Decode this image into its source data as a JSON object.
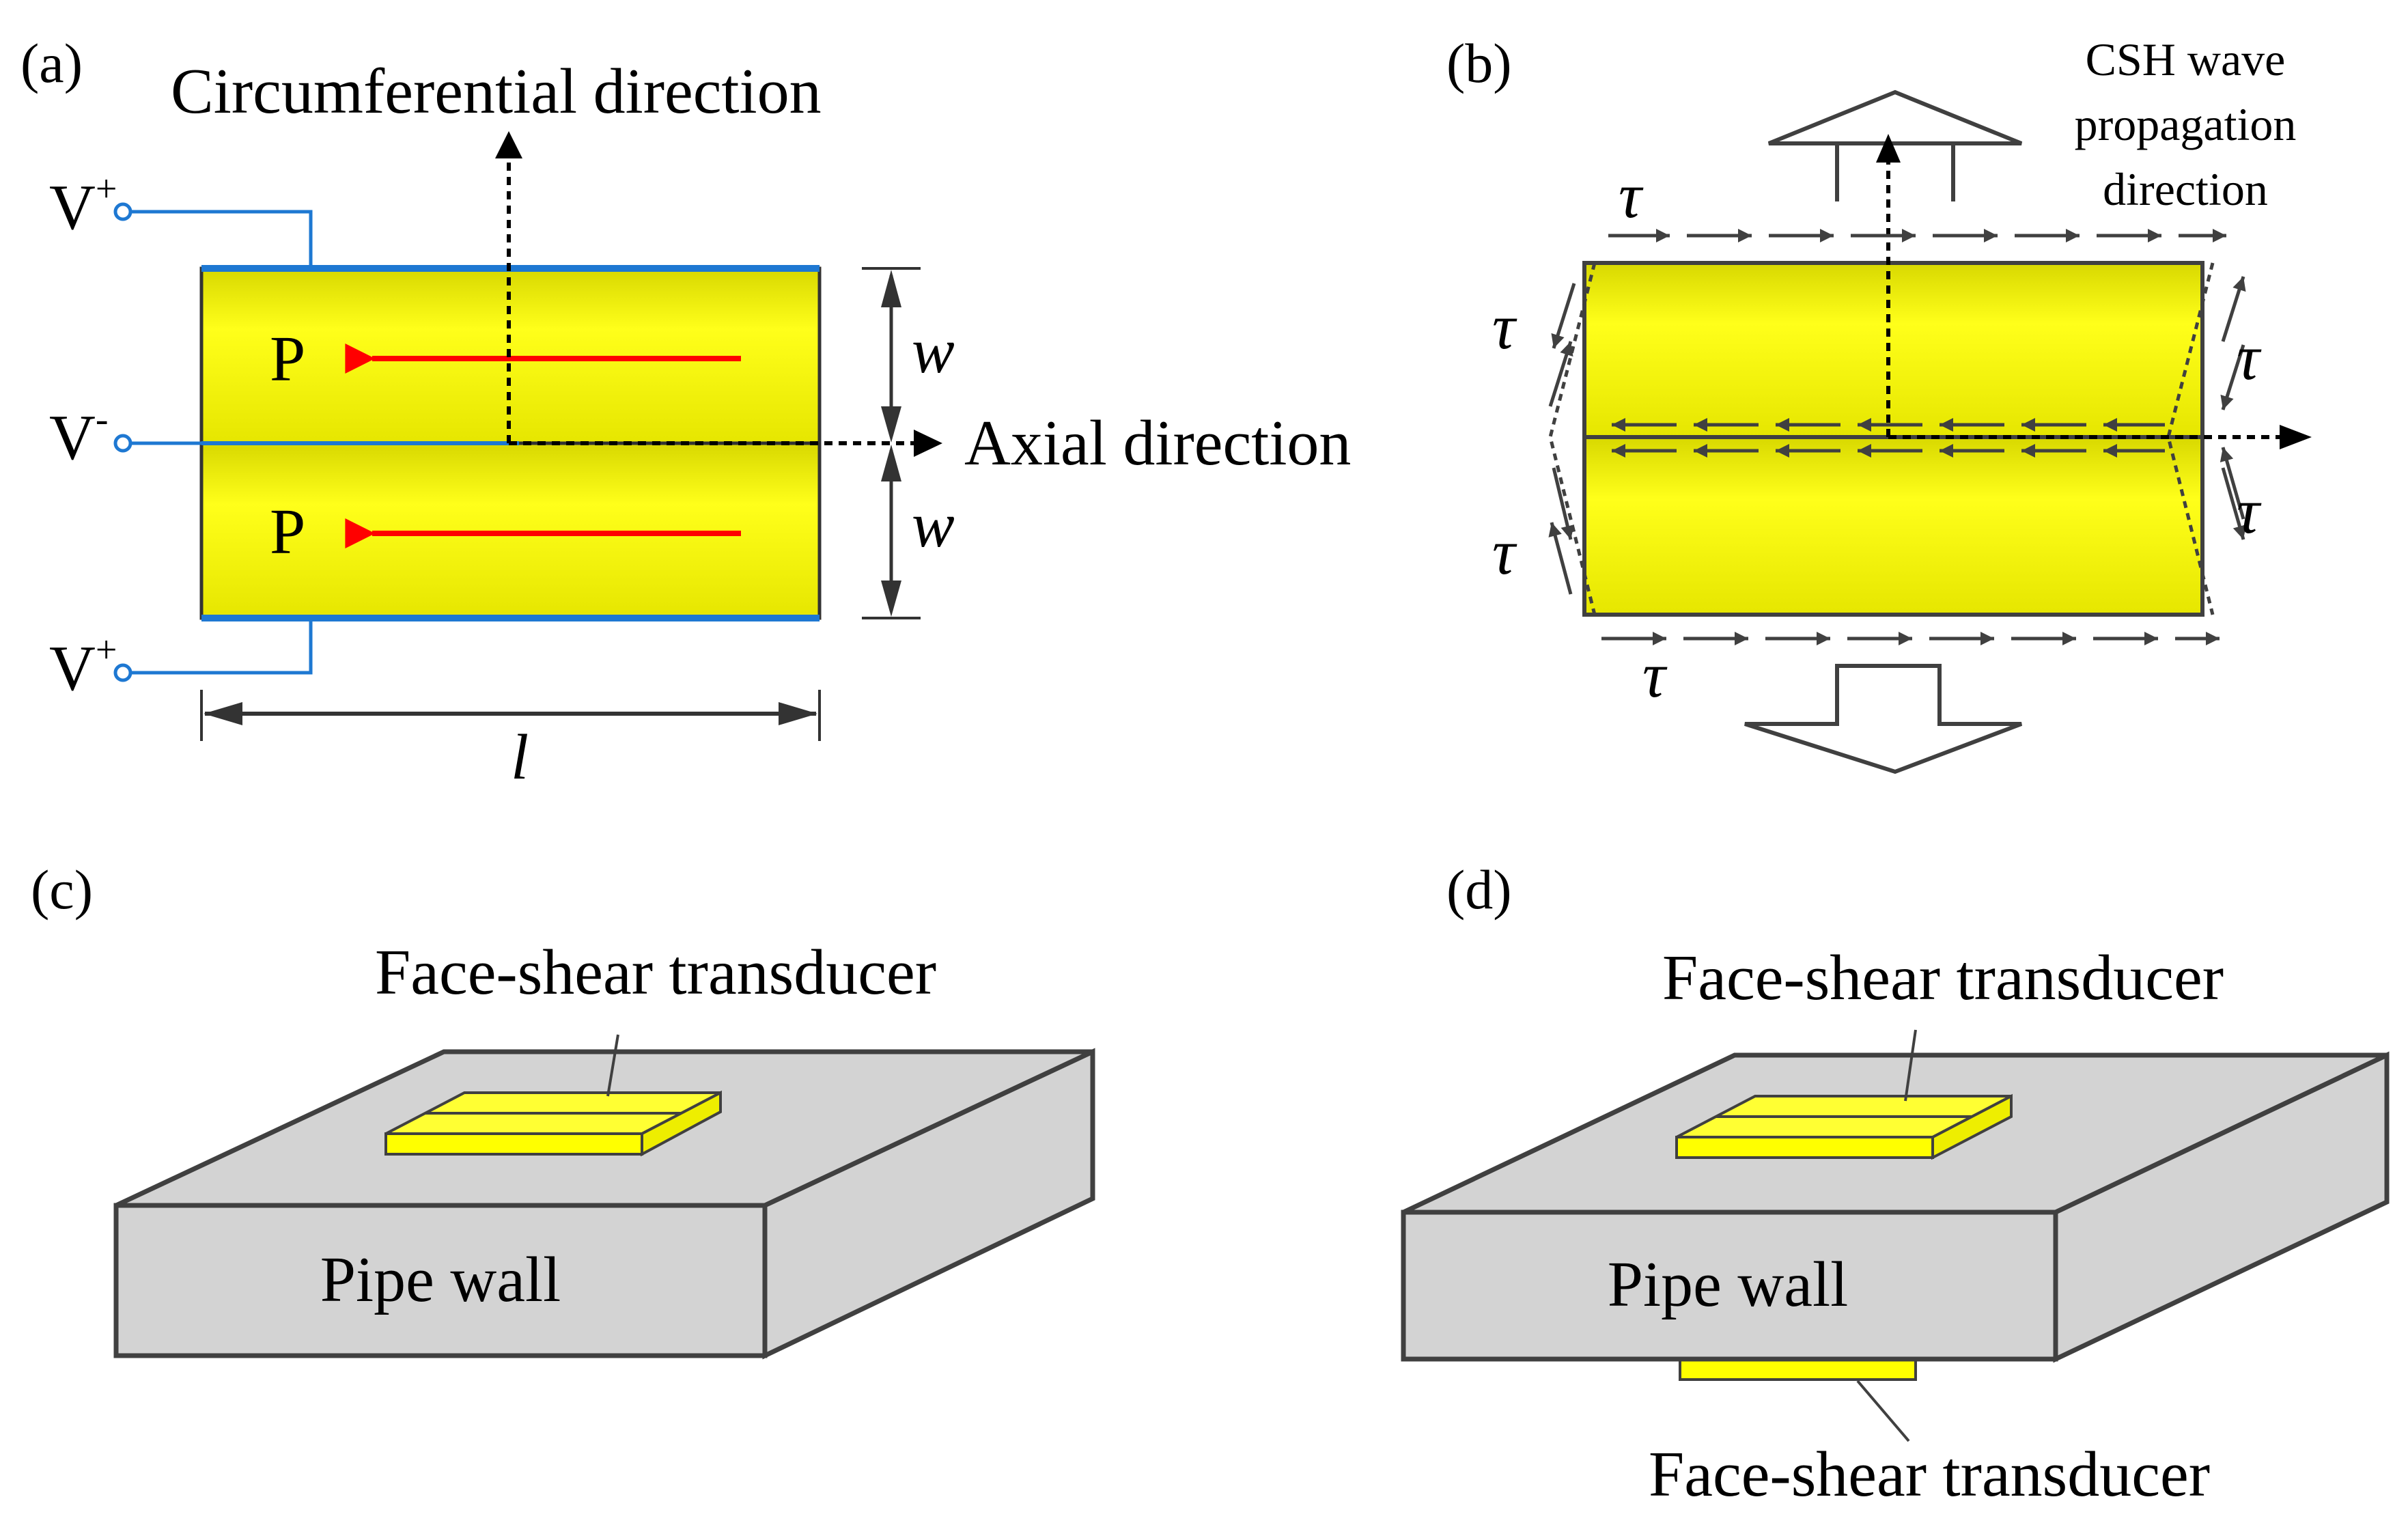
{
  "panels": {
    "a": {
      "label": "(a)",
      "circumferential_label": "Circumferential direction",
      "axial_label": "Axial direction",
      "v_plus_top": "V",
      "v_plus_top_sup": "+",
      "v_minus": "V",
      "v_minus_sup": "-",
      "v_plus_bottom": "V",
      "v_plus_bottom_sup": "+",
      "polarization_top": "P",
      "polarization_bottom": "P",
      "width_top": "w",
      "width_bottom": "w",
      "length": "l"
    },
    "b": {
      "label": "(b)",
      "wave_label_line1": "CSH wave",
      "wave_label_line2": "propagation",
      "wave_label_line3": "direction",
      "tau": "τ"
    },
    "c": {
      "label": "(c)",
      "transducer_label": "Face-shear transducer",
      "pipe_label": "Pipe wall"
    },
    "d": {
      "label": "(d)",
      "transducer_top_label": "Face-shear transducer",
      "pipe_label": "Pipe wall",
      "transducer_bottom_label": "Face-shear transducer"
    }
  },
  "colors": {
    "piezo_fill": "#ffff00",
    "electrode": "#1e78d2",
    "polarization_arrow": "#ff0000",
    "pipe_fill": "#d3d3d3",
    "outline": "#404040"
  }
}
